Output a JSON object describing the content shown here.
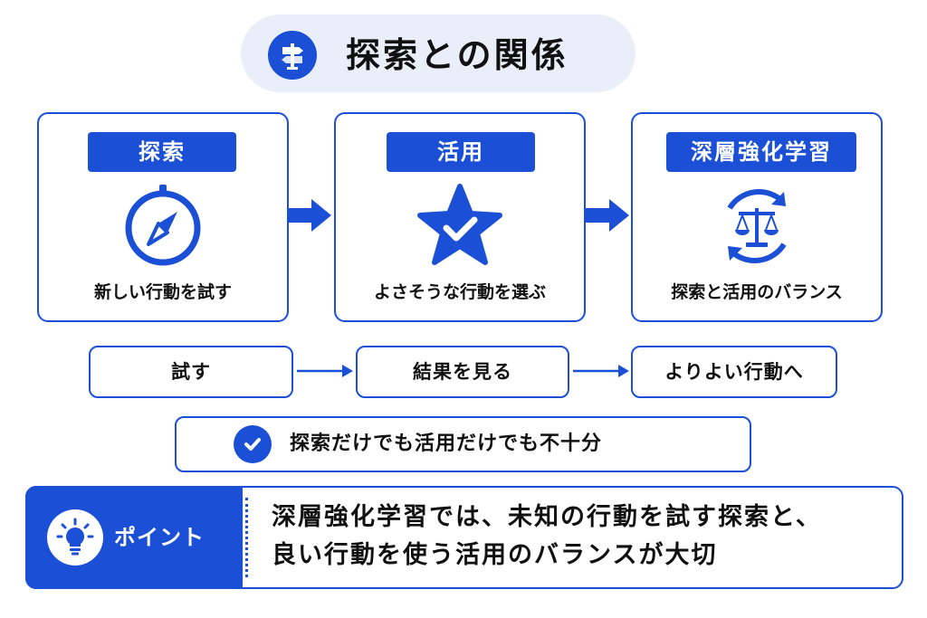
{
  "title": "探索との関係",
  "icons": {
    "title": "signpost-icon",
    "stage1": "compass-icon",
    "stage2": "star-check-icon",
    "stage3": "balance-scale-cycle-icon",
    "note": "check-icon",
    "point": "lightbulb-icon"
  },
  "colors": {
    "accent": "#1a4fd6",
    "title_bg": "#e9eef9",
    "text": "#111111"
  },
  "stages": [
    {
      "label": "探索",
      "desc": "新しい行動を試す"
    },
    {
      "label": "活用",
      "desc": "よさそうな行動を選ぶ"
    },
    {
      "label": "深層強化学習",
      "desc": "探索と活用のバランス"
    }
  ],
  "process": [
    "試す",
    "結果を見る",
    "よりよい行動へ"
  ],
  "note": "探索だけでも活用だけでも不十分",
  "point": {
    "label": "ポイント",
    "lines": [
      "深層強化学習では、未知の行動を試す探索と、",
      "良い行動を使う活用のバランスが大切"
    ]
  }
}
